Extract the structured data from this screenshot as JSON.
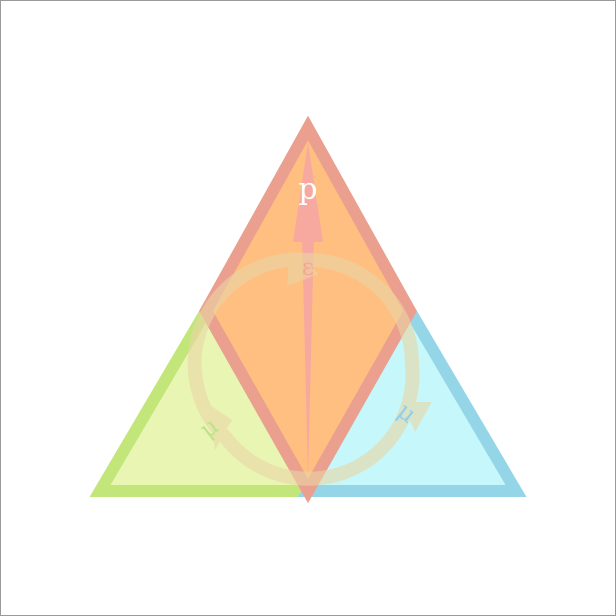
{
  "diagram": {
    "labels": {
      "top": "p",
      "upper_center": "ε",
      "left": "μ",
      "right": "μ"
    },
    "colors": {
      "background": "#ffffff",
      "frame": "#9a9a9a",
      "left_fill": "#e8f5b3",
      "left_stroke": "#c3e67a",
      "right_fill": "#c6f8fb",
      "right_stroke": "#94d5e7",
      "diamond_fill": "#ffbf80",
      "diamond_stroke": "#ea9f8f",
      "arrow_fill": "#f7a8a0",
      "cycle_arrow": "#ead6a5",
      "top_label": "#ffffff",
      "center_label": "#f5a88e",
      "left_label": "#bde48a",
      "right_label": "#8ed0ec"
    }
  }
}
